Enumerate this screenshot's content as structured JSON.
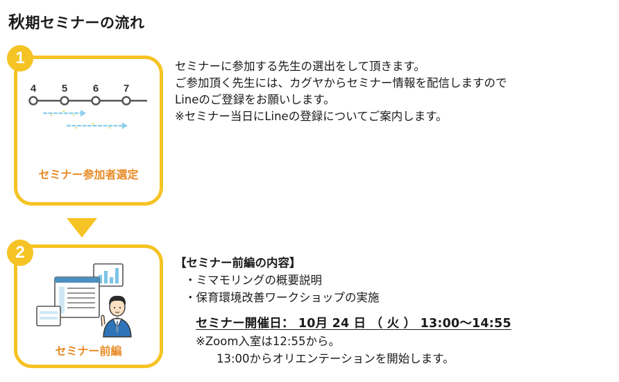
{
  "title": {
    "first_char": "秋",
    "rest": "期セミナーの流れ"
  },
  "colors": {
    "accent_yellow": "#f6c324",
    "label_orange": "#e88a25"
  },
  "step1": {
    "number": "1",
    "card_label": "セミナー参加者選定",
    "timeline_numbers": [
      "4",
      "5",
      "6",
      "7"
    ],
    "lines": [
      "セミナーに参加する先生の選出をして頂きます。",
      "ご参加頂く先生には、カグヤからセミナー情報を配信しますので",
      "Lineのご登録をお願いします。",
      "※セミナー当日にLineの登録についてご案内します。"
    ]
  },
  "step2": {
    "number": "2",
    "card_label": "セミナー前編",
    "heading": "【セミナー前編の内容】",
    "bullets": [
      "・ミマモリングの概要説明",
      "・保育環境改善ワークショップの実施"
    ],
    "schedule": "セミナー開催日： 10月 24 日 （ 火 ） 13:00〜14:55",
    "notes": [
      "※Zoom入室は12:55から。",
      "13:00からオリエンテーションを開始します。"
    ]
  }
}
